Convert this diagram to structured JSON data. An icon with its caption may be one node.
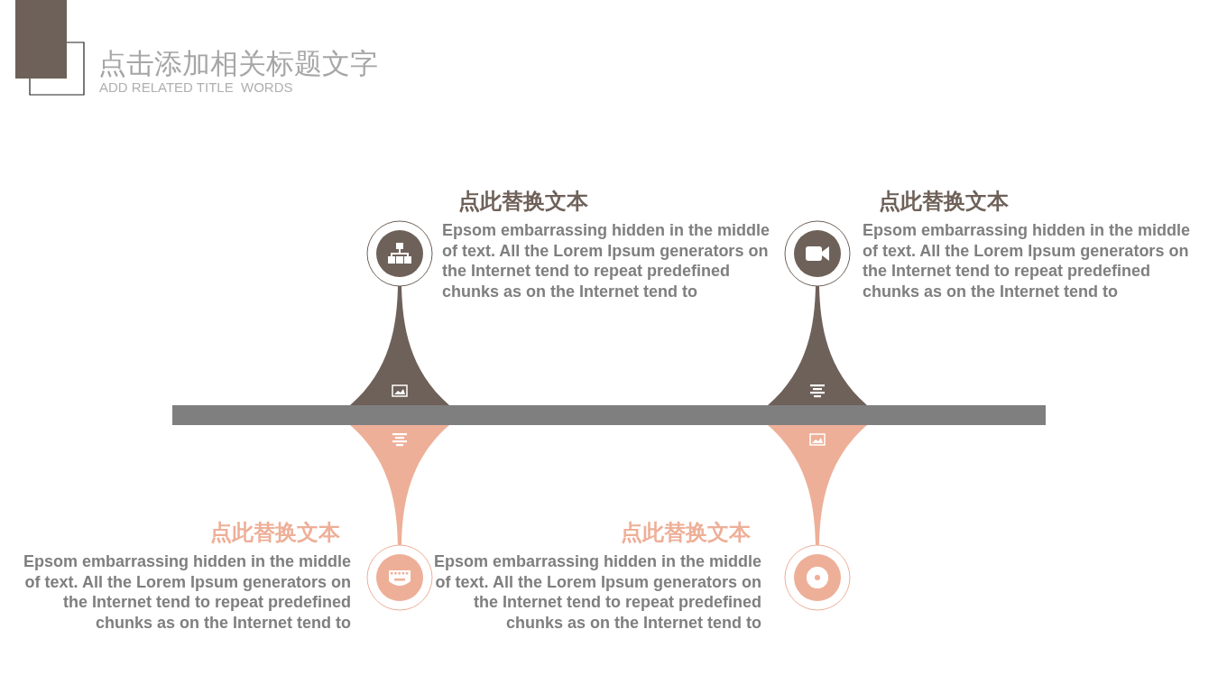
{
  "diagram": {
    "title": "点击添加相关标题文字",
    "nodes": [
      {
        "text": [
          "点此替换文本",
          "Epsom embarrassing hidden in the middle of text. All the Lorem Ipsum generators on the Internet tend to repeat predefined chunks as on the Internet tend to"
        ]
      },
      {
        "text": [
          "点此替换文本",
          "Epsom embarrassing hidden in the middle of text. All the Lorem Ipsum generators on the Internet tend to repeat predefined chunks as on the Internet tend to"
        ]
      },
      {
        "text": [
          "点此替换文本",
          "Epsom embarrassing hidden in the middle of text. All the Lorem Ipsum generators on the Internet tend to repeat predefined chunks as on the Internet tend to"
        ]
      },
      {
        "text": [
          "点此替换文本",
          "Epsom embarrassing hidden in the middle of text. All the Lorem Ipsum generators on the Internet tend to repeat predefined chunks as on the Internet tend to"
        ]
      }
    ],
    "labels": [
      "ADD RELATED TITLE  WORDS"
    ]
  }
}
